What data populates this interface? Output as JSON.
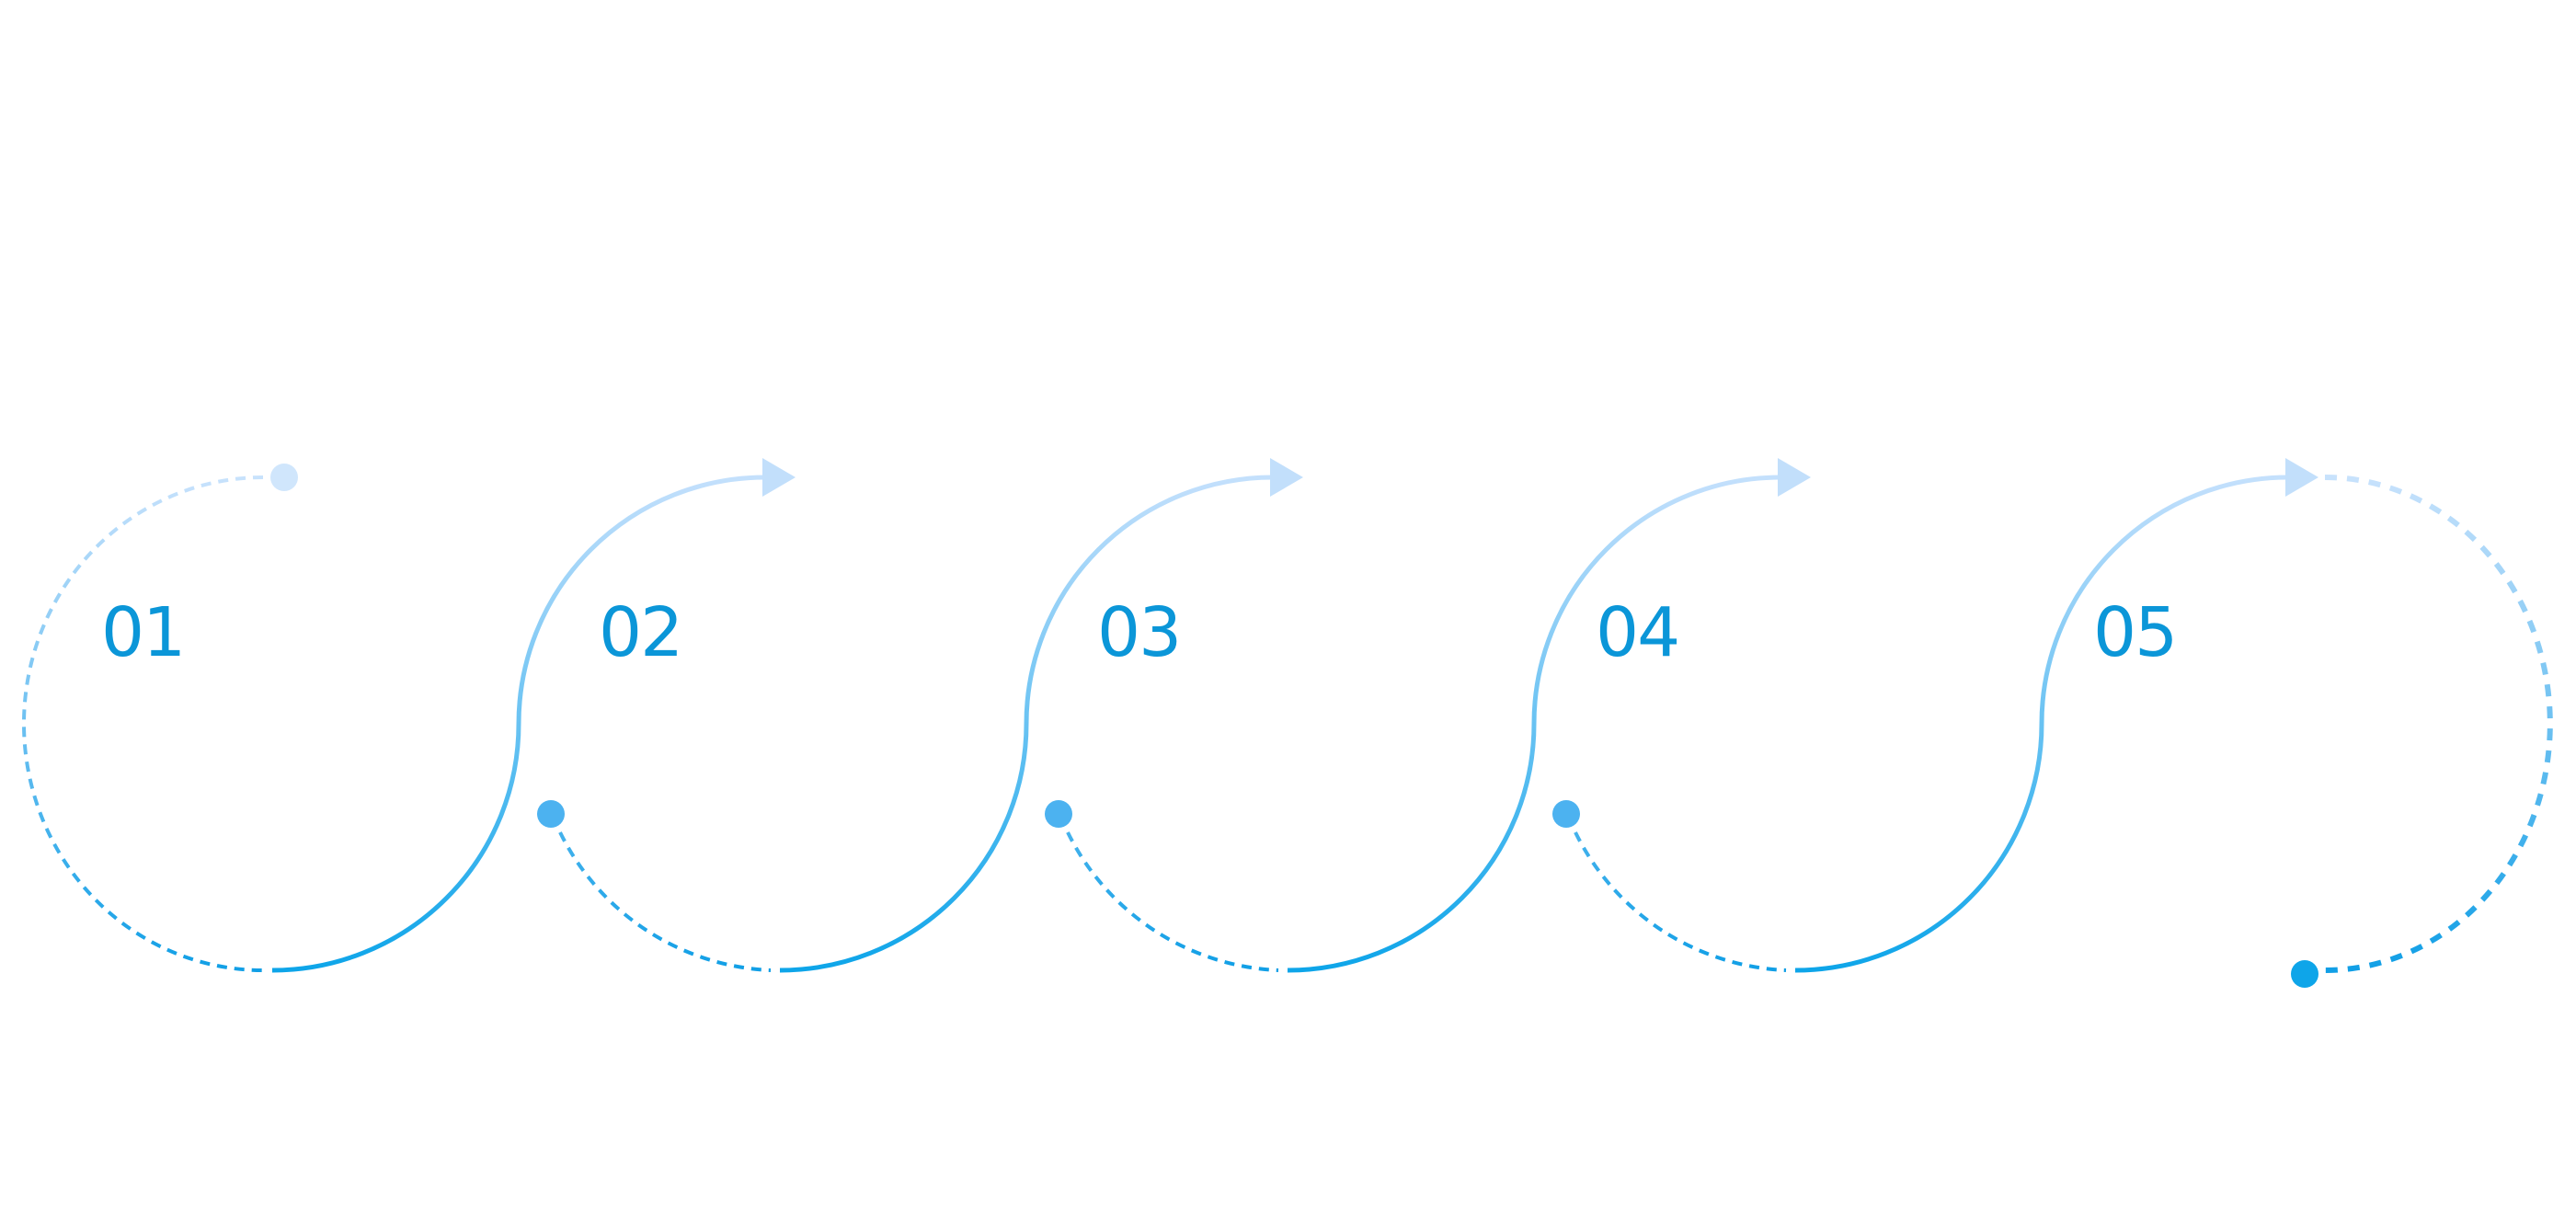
{
  "steps": [
    {
      "number": "01"
    },
    {
      "number": "02"
    },
    {
      "number": "03"
    },
    {
      "number": "04"
    },
    {
      "number": "05"
    }
  ],
  "colors": {
    "primary": "#0ea5e9",
    "number_text": "#0b96d8",
    "mid": "#4fb4f0",
    "light": "#bfdcfb",
    "lighter": "#d6e9fc",
    "background": "#ffffff"
  }
}
